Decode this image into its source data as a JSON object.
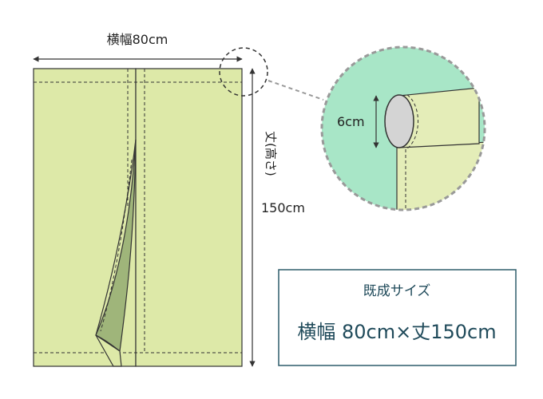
{
  "labels": {
    "width_dim": "横幅80cm",
    "height_dim_vertical": "丈(高さ)",
    "height_dim_value": "150cm",
    "rod_dim": "6cm"
  },
  "info_box": {
    "title": "既成サイズ",
    "size_text": "横幅 80cm×丈150cm"
  },
  "colors": {
    "fabric": "#dde9a8",
    "fabric_dark": "#9fb57a",
    "mint": "#a8e6c7",
    "outline": "#333333",
    "box_border": "#2e5d6b",
    "box_text": "#1f4a5a",
    "rod": "#d4d4d4"
  }
}
